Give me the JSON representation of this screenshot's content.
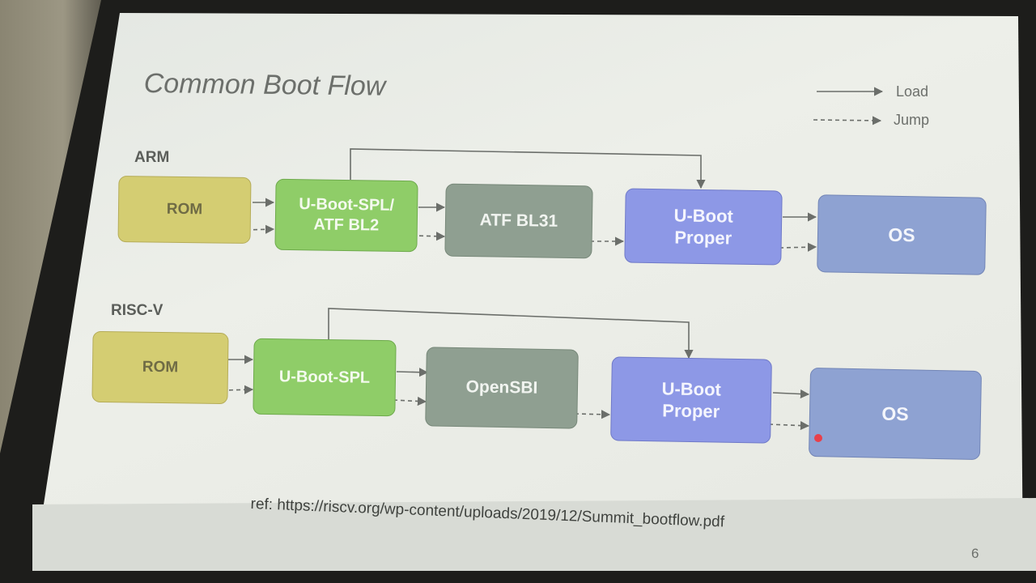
{
  "slide": {
    "title": "Common Boot Flow",
    "legend": {
      "load": "Load",
      "jump": "Jump"
    },
    "sections": [
      {
        "label": "ARM",
        "boxes": [
          "ROM",
          "U-Boot-SPL/\nATF BL2",
          "ATF BL31",
          "U-Boot\nProper",
          "OS"
        ]
      },
      {
        "label": "RISC-V",
        "boxes": [
          "ROM",
          "U-Boot-SPL",
          "OpenSBI",
          "U-Boot\nProper",
          "OS"
        ]
      }
    ],
    "reference": "ref: https://riscv.org/wp-content/uploads/2019/12/Summit_bootflow.pdf",
    "page_number": "6"
  },
  "colors": {
    "rom": "#d4cd72",
    "spl": "#8fcd68",
    "firmware": "#8f9f91",
    "uboot": "#8d98e6",
    "os": "#8ea2d2",
    "arrow": "#6b6e6a"
  }
}
